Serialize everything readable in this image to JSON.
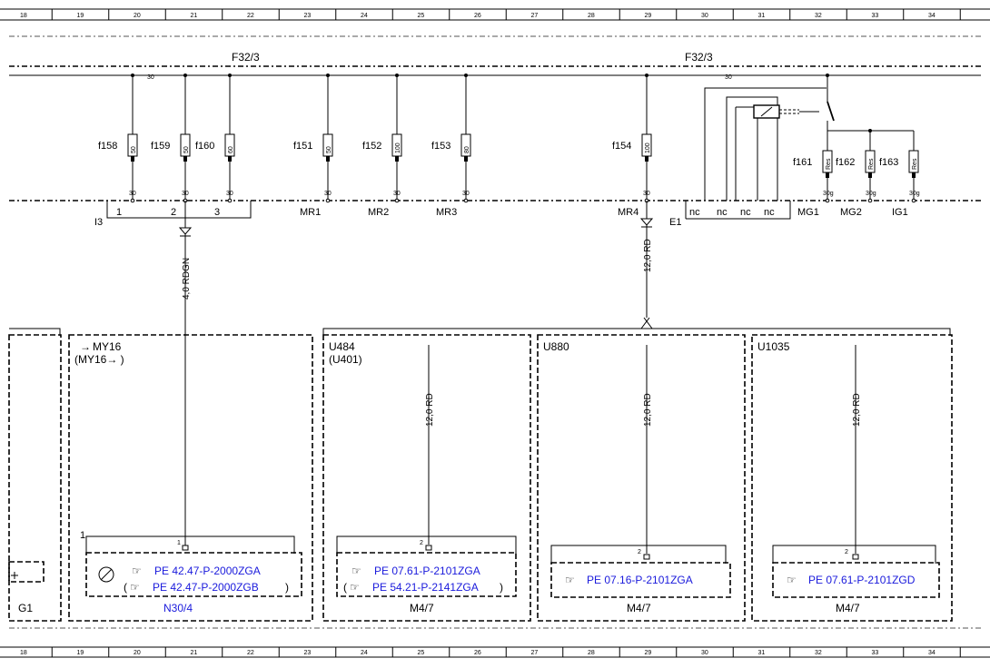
{
  "grid": {
    "columns": [
      "18",
      "19",
      "20",
      "21",
      "22",
      "23",
      "24",
      "25",
      "26",
      "27",
      "28",
      "29",
      "30",
      "31",
      "32",
      "33",
      "34"
    ]
  },
  "buses": {
    "left_label": "F32/3",
    "right_label": "F32/3",
    "rail_left": "30",
    "rail_right": "30"
  },
  "fuses": [
    {
      "name": "f158",
      "rating": "50",
      "terminal": "30"
    },
    {
      "name": "f159",
      "rating": "50",
      "terminal": "30"
    },
    {
      "name": "f160",
      "rating": "60",
      "terminal": "30"
    },
    {
      "name": "f151",
      "rating": "50",
      "terminal": "30"
    },
    {
      "name": "f152",
      "rating": "100",
      "terminal": "30"
    },
    {
      "name": "f153",
      "rating": "80",
      "terminal": "30"
    },
    {
      "name": "f154",
      "rating": "100",
      "terminal": "30"
    },
    {
      "name": "f161",
      "rating": "Res",
      "terminal": "30g"
    },
    {
      "name": "f162",
      "rating": "Res",
      "terminal": "30g"
    },
    {
      "name": "f163",
      "rating": "Res",
      "terminal": "30g"
    }
  ],
  "connectors": {
    "i3": {
      "label": "I3",
      "pins": [
        "1",
        "2",
        "3"
      ]
    },
    "mr": [
      "MR1",
      "MR2",
      "MR3",
      "MR4"
    ],
    "e1": {
      "label": "E1",
      "pins": [
        "nc",
        "nc",
        "nc",
        "nc"
      ]
    },
    "mg": [
      "MG1",
      "MG2",
      "IG1"
    ]
  },
  "wires": {
    "w1": "4,0 RDGN",
    "w2": "12,0 RD",
    "w3": "12,0 RD",
    "w4": "12,0 RD",
    "w5": "12,0 RD"
  },
  "sections": {
    "left_label": "G1",
    "my16": {
      "title": "MY16",
      "subtitle": "(MY16→ )",
      "pin_block": "1",
      "pin": "1",
      "ref1": "PE 42.47-P-2000ZGA",
      "ref2": "PE 42.47-P-2000ZGB",
      "component": "N30/4"
    },
    "u484": {
      "title": "U484",
      "subtitle": "(U401)",
      "pin": "2",
      "ref1": "PE 07.61-P-2101ZGA",
      "ref2": "PE 54.21-P-2141ZGA",
      "component": "M4/7"
    },
    "u880": {
      "title": "U880",
      "pin": "2",
      "ref1": "PE 07.16-P-2101ZGA",
      "component": "M4/7"
    },
    "u1035": {
      "title": "U1035",
      "pin": "2",
      "ref1": "PE 07.61-P-2101ZGD",
      "component": "M4/7"
    }
  },
  "colors": {
    "reference_link": "#1a1adc",
    "line": "#000000"
  }
}
